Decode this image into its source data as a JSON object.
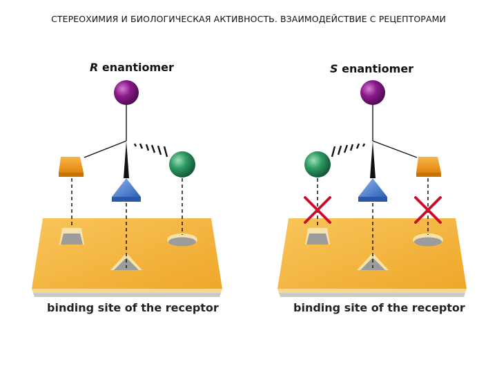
{
  "slide": {
    "title": "СТЕРЕОХИМИЯ И БИОЛОГИЧЕСКАЯ АКТИВНОСТЬ. ВЗАИМОДЕЙСТВИЕ С РЕЦЕПТОРАМИ"
  },
  "panels": [
    {
      "letter": "R",
      "suffix": " enantiomer",
      "caption": "binding site of the receptor"
    },
    {
      "letter": "S",
      "suffix": " enantiomer",
      "caption": "binding site of the receptor"
    }
  ],
  "colors": {
    "plate": "#f3b33a",
    "plate_edge": "#f8d27c",
    "plate_side": "#c9cacc",
    "purple": "#8a1a8c",
    "green": "#2e9a63",
    "orange": "#f29a1c",
    "blue": "#3f7ad1",
    "cross": "#c8102e",
    "slot": "#9c9c9c"
  }
}
